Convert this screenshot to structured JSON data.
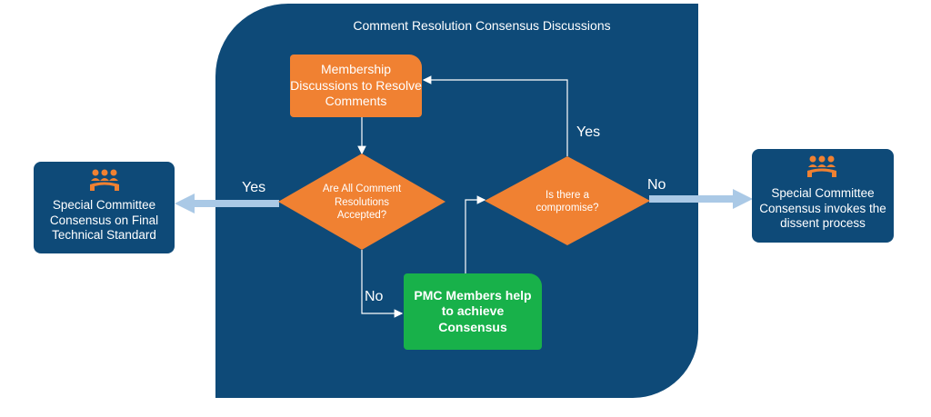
{
  "diagram": {
    "title": "Comment Resolution Consensus Discussions",
    "nodes": {
      "membership": "Membership Discussions to Resolve Comments",
      "accepted_question": "Are All Comment Resolutions Accepted?",
      "pmc_help": "PMC Members help to achieve Consensus",
      "compromise_question": "Is there a compromise?",
      "final_standard": "Special Committee Consensus on Final Technical Standard",
      "dissent": "Special Committee Consensus invokes the dissent process"
    },
    "edge_labels": {
      "accepted_yes": "Yes",
      "accepted_no": "No",
      "compromise_yes": "Yes",
      "compromise_no": "No"
    },
    "icons": [
      "people-icon",
      "people-icon"
    ],
    "colors": {
      "panel": "#0e4a78",
      "process_orange": "#f08132",
      "process_green": "#18b14a",
      "arrow_light": "#aac9e6"
    }
  }
}
